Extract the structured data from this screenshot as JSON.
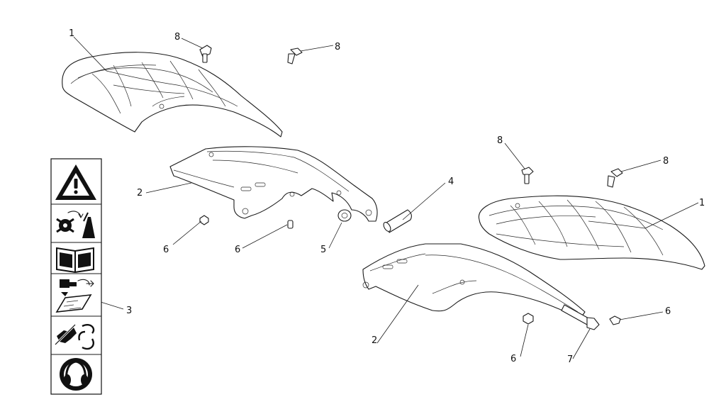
{
  "callouts": {
    "c1a": "1",
    "c1b": "1",
    "c2a": "2",
    "c2b": "2",
    "c3": "3",
    "c4": "4",
    "c5": "5",
    "c6a": "6",
    "c6b": "6",
    "c6c": "6",
    "c6d": "6",
    "c7": "7",
    "c8a": "8",
    "c8b": "8",
    "c8c": "8",
    "c8d": "8"
  },
  "warning_decal": {
    "panels": [
      "warning-triangle-icon",
      "rotating-tines-hazard-icon",
      "read-manual-icon",
      "maintenance-manual-icon",
      "no-hands-rotating-parts-icon",
      "ear-protection-icon"
    ]
  },
  "colors": {
    "line": "#1a1a1a",
    "background": "#ffffff"
  }
}
